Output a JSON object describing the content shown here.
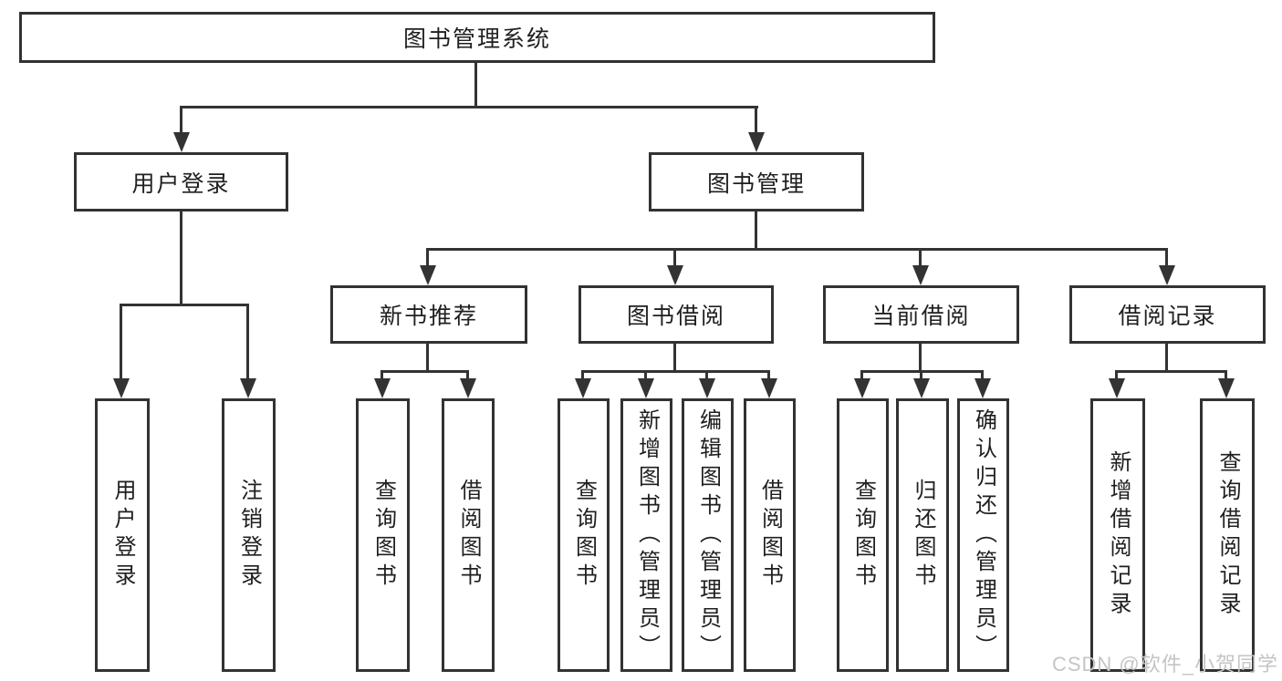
{
  "diagram": {
    "type": "hierarchy-tree",
    "title": "图书管理系统",
    "levels": 3,
    "edges": [
      [
        "图书管理系统",
        "用户登录"
      ],
      [
        "图书管理系统",
        "图书管理"
      ],
      [
        "用户登录",
        "用户登录(叶)"
      ],
      [
        "用户登录",
        "注销登录"
      ],
      [
        "图书管理",
        "新书推荐"
      ],
      [
        "图书管理",
        "图书借阅"
      ],
      [
        "图书管理",
        "当前借阅"
      ],
      [
        "图书管理",
        "借阅记录"
      ],
      [
        "新书推荐",
        "查询图书"
      ],
      [
        "新书推荐",
        "借阅图书"
      ],
      [
        "图书借阅",
        "查询图书"
      ],
      [
        "图书借阅",
        "新增图书（管理员）"
      ],
      [
        "图书借阅",
        "编辑图书（管理员）"
      ],
      [
        "图书借阅",
        "借阅图书"
      ],
      [
        "当前借阅",
        "查询图书"
      ],
      [
        "当前借阅",
        "归还图书"
      ],
      [
        "当前借阅",
        "确认归还（管理员）"
      ],
      [
        "借阅记录",
        "新增借阅记录"
      ],
      [
        "借阅记录",
        "查询借阅记录"
      ]
    ]
  },
  "nodes": {
    "root": {
      "label": "图书管理系统"
    },
    "user_login": {
      "label": "用户登录"
    },
    "book_mgmt": {
      "label": "图书管理"
    },
    "new_book": {
      "label": "新书推荐"
    },
    "book_borrow": {
      "label": "图书借阅"
    },
    "current_borrow": {
      "label": "当前借阅"
    },
    "borrow_record": {
      "label": "借阅记录"
    },
    "leaf_login": {
      "label": "用户登录"
    },
    "leaf_logout": {
      "label": "注销登录"
    },
    "nb_query": {
      "label": "查询图书"
    },
    "nb_borrow": {
      "label": "借阅图书"
    },
    "bb_query": {
      "label": "查询图书"
    },
    "bb_add": {
      "label": "新增图书（管理员）"
    },
    "bb_edit": {
      "label": "编辑图书（管理员）"
    },
    "bb_borrow": {
      "label": "借阅图书"
    },
    "cb_query": {
      "label": "查询图书"
    },
    "cb_return": {
      "label": "归还图书"
    },
    "cb_confirm": {
      "label": "确认归还（管理员）"
    },
    "br_add": {
      "label": "新增借阅记录"
    },
    "br_query": {
      "label": "查询借阅记录"
    }
  },
  "watermark": {
    "text": "CSDN @软件_小贺同学"
  },
  "colors": {
    "background": "#ffffff",
    "box_border": "#323232",
    "connector": "#333333",
    "text": "#1f1f1f",
    "watermark": "#c5c5c5"
  }
}
